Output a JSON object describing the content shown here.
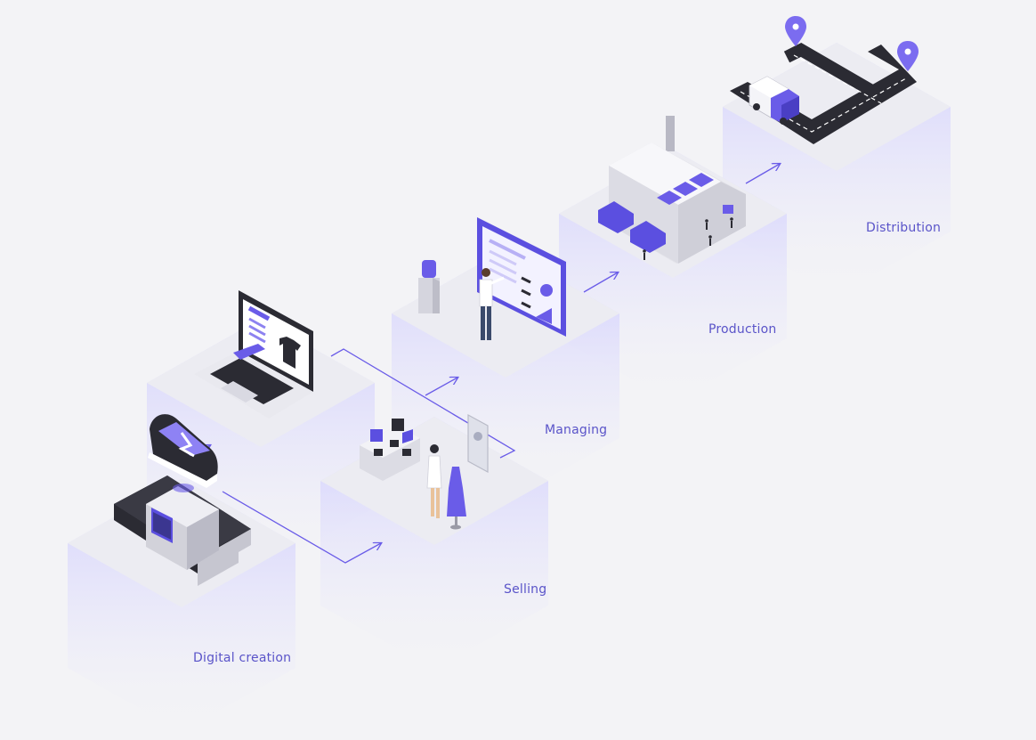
{
  "colors": {
    "accent": "#6a5ce8",
    "accent_dark": "#4a3fc4",
    "label": "#5a54c9",
    "block_top": "#ececf2",
    "block_glow": "#c9c6ff",
    "device_dark": "#2b2b33"
  },
  "stages": [
    {
      "id": "digital-creation",
      "label": "Digital creation",
      "icon": "sneaker-3d-scanner-icon"
    },
    {
      "id": "selling",
      "label": "Selling",
      "icon": "boutique-shop-icon"
    },
    {
      "id": "managing",
      "label": "Managing",
      "icon": "dashboard-presentation-icon"
    },
    {
      "id": "production",
      "label": "Production",
      "icon": "factory-icon"
    },
    {
      "id": "distribution",
      "label": "Distribution",
      "icon": "delivery-truck-map-icon"
    }
  ],
  "laptop_icon": "laptop-shirt-design-icon"
}
